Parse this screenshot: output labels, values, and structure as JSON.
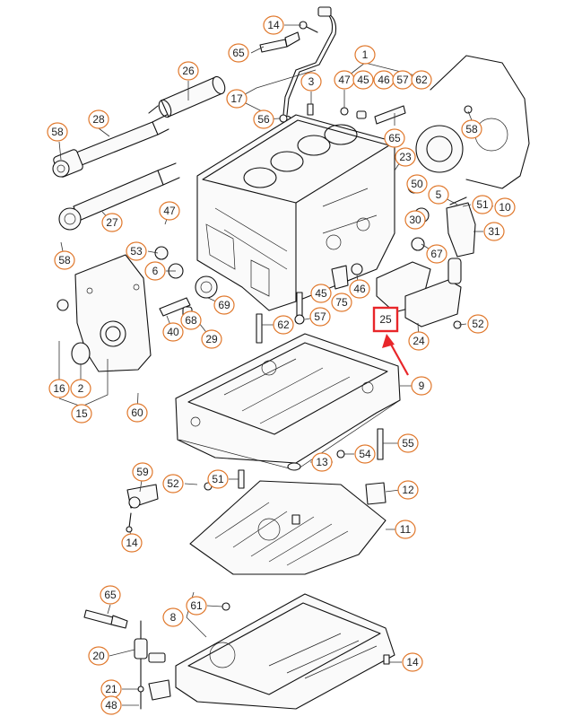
{
  "diagram": {
    "highlight_color": "#e8262a",
    "callout_color": "#e0782c",
    "line_color": "#111111",
    "callouts": [
      {
        "id": "c14a",
        "label": "14"
      },
      {
        "id": "c65a",
        "label": "65"
      },
      {
        "id": "c26",
        "label": "26"
      },
      {
        "id": "c17",
        "label": "17"
      },
      {
        "id": "c56",
        "label": "56"
      },
      {
        "id": "c3",
        "label": "3"
      },
      {
        "id": "c1",
        "label": "1"
      },
      {
        "id": "c47a",
        "label": "47"
      },
      {
        "id": "c45a",
        "label": "45"
      },
      {
        "id": "c46a",
        "label": "46"
      },
      {
        "id": "c57a",
        "label": "57"
      },
      {
        "id": "c62a",
        "label": "62"
      },
      {
        "id": "c28",
        "label": "28"
      },
      {
        "id": "c58a",
        "label": "58"
      },
      {
        "id": "c58b",
        "label": "58"
      },
      {
        "id": "c65b",
        "label": "65"
      },
      {
        "id": "c23",
        "label": "23"
      },
      {
        "id": "c50",
        "label": "50"
      },
      {
        "id": "c5",
        "label": "5"
      },
      {
        "id": "c51a",
        "label": "51"
      },
      {
        "id": "c10",
        "label": "10"
      },
      {
        "id": "c27",
        "label": "27"
      },
      {
        "id": "c47b",
        "label": "47"
      },
      {
        "id": "c30",
        "label": "30"
      },
      {
        "id": "c31",
        "label": "31"
      },
      {
        "id": "c53",
        "label": "53"
      },
      {
        "id": "c6",
        "label": "6"
      },
      {
        "id": "c67",
        "label": "67"
      },
      {
        "id": "c58c",
        "label": "58"
      },
      {
        "id": "c45b",
        "label": "45"
      },
      {
        "id": "c46b",
        "label": "46"
      },
      {
        "id": "c75",
        "label": "75"
      },
      {
        "id": "c69",
        "label": "69"
      },
      {
        "id": "c68",
        "label": "68"
      },
      {
        "id": "c57b",
        "label": "57"
      },
      {
        "id": "c62b",
        "label": "62"
      },
      {
        "id": "c25",
        "label": "25"
      },
      {
        "id": "c52a",
        "label": "52"
      },
      {
        "id": "c40",
        "label": "40"
      },
      {
        "id": "c29",
        "label": "29"
      },
      {
        "id": "c24",
        "label": "24"
      },
      {
        "id": "c16",
        "label": "16"
      },
      {
        "id": "c2",
        "label": "2"
      },
      {
        "id": "c9",
        "label": "9"
      },
      {
        "id": "c15",
        "label": "15"
      },
      {
        "id": "c60",
        "label": "60"
      },
      {
        "id": "c55",
        "label": "55"
      },
      {
        "id": "c54",
        "label": "54"
      },
      {
        "id": "c59",
        "label": "59"
      },
      {
        "id": "c52b",
        "label": "52"
      },
      {
        "id": "c51b",
        "label": "51"
      },
      {
        "id": "c13",
        "label": "13"
      },
      {
        "id": "c12",
        "label": "12"
      },
      {
        "id": "c14b",
        "label": "14"
      },
      {
        "id": "c11",
        "label": "11"
      },
      {
        "id": "c65c",
        "label": "65"
      },
      {
        "id": "c61",
        "label": "61"
      },
      {
        "id": "c8",
        "label": "8"
      },
      {
        "id": "c20",
        "label": "20"
      },
      {
        "id": "c14c",
        "label": "14"
      },
      {
        "id": "c21",
        "label": "21"
      },
      {
        "id": "c48",
        "label": "48"
      }
    ]
  }
}
